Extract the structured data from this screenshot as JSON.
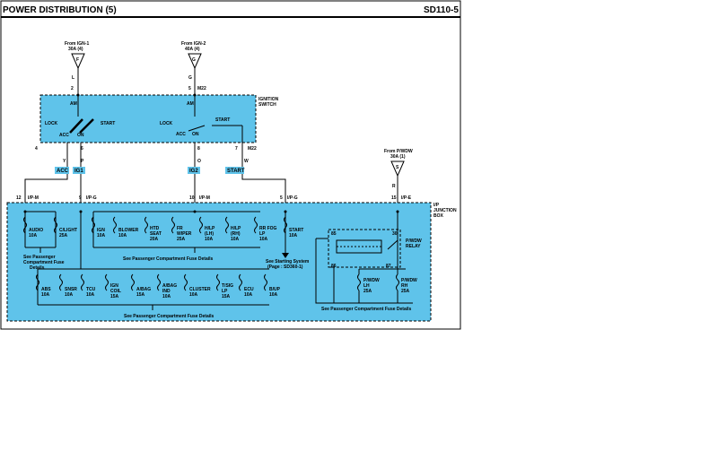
{
  "header": {
    "title": "POWER DISTRIBUTION (5)",
    "code": "SD110-5"
  },
  "sources": [
    {
      "from": "From IGN-1",
      "rating": "30A (4)",
      "letter": "F",
      "wire": "L",
      "pin": "2"
    },
    {
      "from": "From IGN-2",
      "rating": "40A (4)",
      "letter": "G",
      "wire": "G",
      "pin": "5"
    },
    {
      "from": "From P/WDW",
      "rating": "30A (1)",
      "letter": "S",
      "wire": "R",
      "pin": "15"
    }
  ],
  "ignition_switch": {
    "label_line1": "IGNITION",
    "label_line2": "SWITCH",
    "connector": "M22",
    "left": {
      "am": "AM",
      "lock": "LOCK",
      "start": "START",
      "acc": "ACC",
      "on": "ON"
    },
    "right": {
      "am": "AM",
      "lock": "LOCK",
      "start": "START",
      "acc": "ACC",
      "on": "ON"
    },
    "out_pins": [
      "4",
      "6",
      "8",
      "7"
    ],
    "out_wires": [
      "Y",
      "P",
      "O",
      "W"
    ],
    "out_connector": "M22"
  },
  "tags": [
    "ACC",
    "IG1",
    "IG2",
    "START"
  ],
  "junction": {
    "label_line1": "I/P",
    "label_line2": "JUNCTION",
    "label_line3": "BOX",
    "connectors": [
      {
        "pin": "12",
        "name": "I/P-M"
      },
      {
        "pin": "9",
        "name": "I/P-G"
      },
      {
        "pin": "10",
        "name": "I/P-M"
      },
      {
        "pin": "5",
        "name": "I/P-G"
      },
      {
        "pin": "15",
        "name": "I/P-E"
      }
    ]
  },
  "fuses_top": [
    {
      "l1": "AUDIO",
      "l2": "10A"
    },
    {
      "l1": "C/LIGHT",
      "l2": "25A"
    },
    {
      "l1": "IGN",
      "l2": "10A"
    },
    {
      "l1": "BLOWER",
      "l2": "10A"
    },
    {
      "l1": "HTD",
      "l2": "SEAT",
      "l3": "20A"
    },
    {
      "l1": "FR",
      "l2": "WIPER",
      "l3": "25A"
    },
    {
      "l1": "H/LP",
      "l2": "(LH)",
      "l3": "10A"
    },
    {
      "l1": "H/LP",
      "l2": "(RH)",
      "l3": "10A"
    },
    {
      "l1": "RR FOG",
      "l2": "LP",
      "l3": "10A"
    },
    {
      "l1": "START",
      "l2": "10A"
    }
  ],
  "fuses_bottom": [
    {
      "l1": "ABS",
      "l2": "10A"
    },
    {
      "l1": "SNSR",
      "l2": "10A"
    },
    {
      "l1": "TCU",
      "l2": "10A"
    },
    {
      "l1": "IGN",
      "l2": "COIL",
      "l3": "15A"
    },
    {
      "l1": "A/BAG",
      "l2": "15A"
    },
    {
      "l1": "A/BAG",
      "l2": "IND",
      "l3": "10A"
    },
    {
      "l1": "CLUSTER",
      "l2": "10A"
    },
    {
      "l1": "T/SIG",
      "l2": "LP",
      "l3": "15A"
    },
    {
      "l1": "ECU",
      "l2": "10A"
    },
    {
      "l1": "B/UP",
      "l2": "10A"
    }
  ],
  "relay_fuses": [
    {
      "l1": "P/WDW",
      "l2": "LH",
      "l3": "25A"
    },
    {
      "l1": "P/WDW",
      "l2": "RH",
      "l3": "25A"
    }
  ],
  "relay": {
    "label_line1": "P/WDW",
    "label_line2": "RELAY",
    "pins": [
      "85",
      "30",
      "86",
      "87"
    ]
  },
  "notes": {
    "see_pass_left_1": "See Passenger",
    "see_pass_left_2": "Compartment Fuse",
    "see_pass_left_3": "Details",
    "see_pass_top": "See Passenger Compartment Fuse Details",
    "see_starting_1": "See Starting System",
    "see_starting_2": "(Page : SD360-1)",
    "see_pass_bottom": "See Passenger Compartment Fuse Details",
    "see_pass_relay": "See Passenger Compartment Fuse Details"
  },
  "colors": {
    "box_fill": "#5fc3ea",
    "tag_fill": "#5fc3ea",
    "line": "#000000"
  }
}
